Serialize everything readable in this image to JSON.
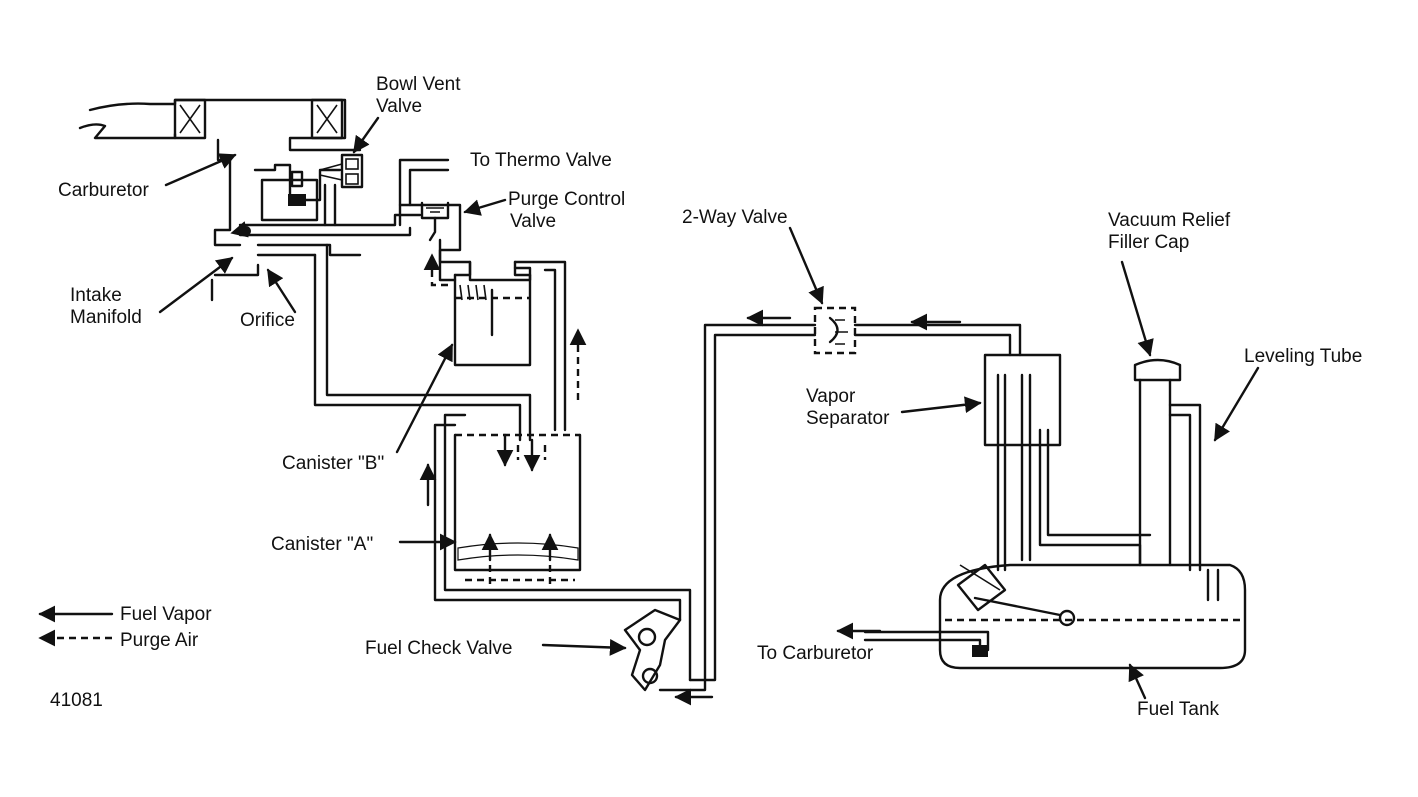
{
  "labels": {
    "bowl_vent_valve": [
      "Bowl Vent",
      "Valve"
    ],
    "carburetor": "Carburetor",
    "to_thermo_valve": "To Thermo Valve",
    "purge_control_valve": [
      "Purge Control",
      "Valve"
    ],
    "intake_manifold": [
      "Intake",
      "Manifold"
    ],
    "orifice": "Orifice",
    "two_way_valve": "2-Way Valve",
    "vacuum_relief_filler_cap": [
      "Vacuum Relief",
      "Filler Cap"
    ],
    "leveling_tube": "Leveling Tube",
    "vapor_separator": [
      "Vapor",
      "Separator"
    ],
    "canister_b": "Canister \"B\"",
    "canister_a": "Canister \"A\"",
    "fuel_check_valve": "Fuel Check Valve",
    "to_carburetor": "To Carburetor",
    "fuel_tank": "Fuel Tank"
  },
  "legend": {
    "fuel_vapor": "Fuel Vapor",
    "purge_air": "Purge Air"
  },
  "figure_number": "41081",
  "colors": {
    "ink": "#111111",
    "background": "#ffffff"
  }
}
